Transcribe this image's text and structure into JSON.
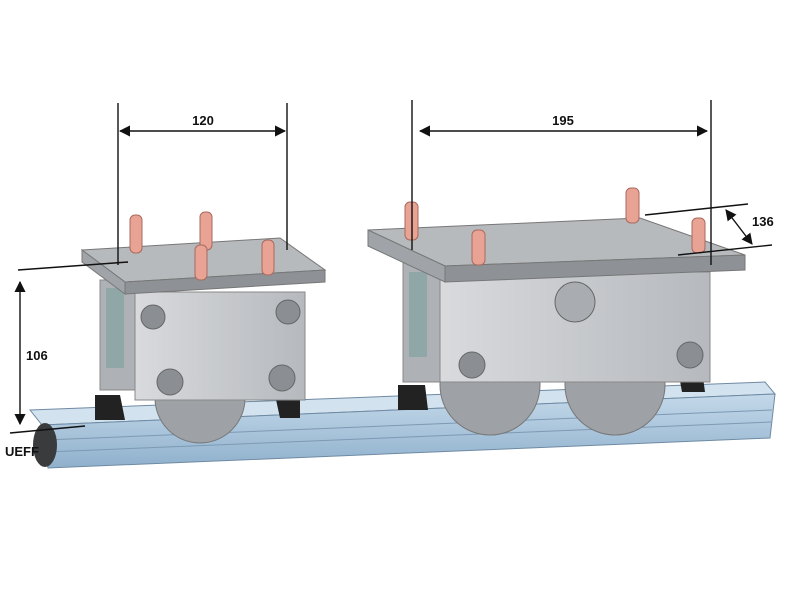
{
  "dimensions": {
    "left_width": "120",
    "right_width": "195",
    "depth": "136",
    "height": "106",
    "rail_label": "UEFF"
  },
  "colors": {
    "rail": "#a9c6df",
    "body": "#c9ccd0",
    "plate": "#b7babd",
    "pin": "#e8a394",
    "wheel": "#9ea2a6"
  }
}
